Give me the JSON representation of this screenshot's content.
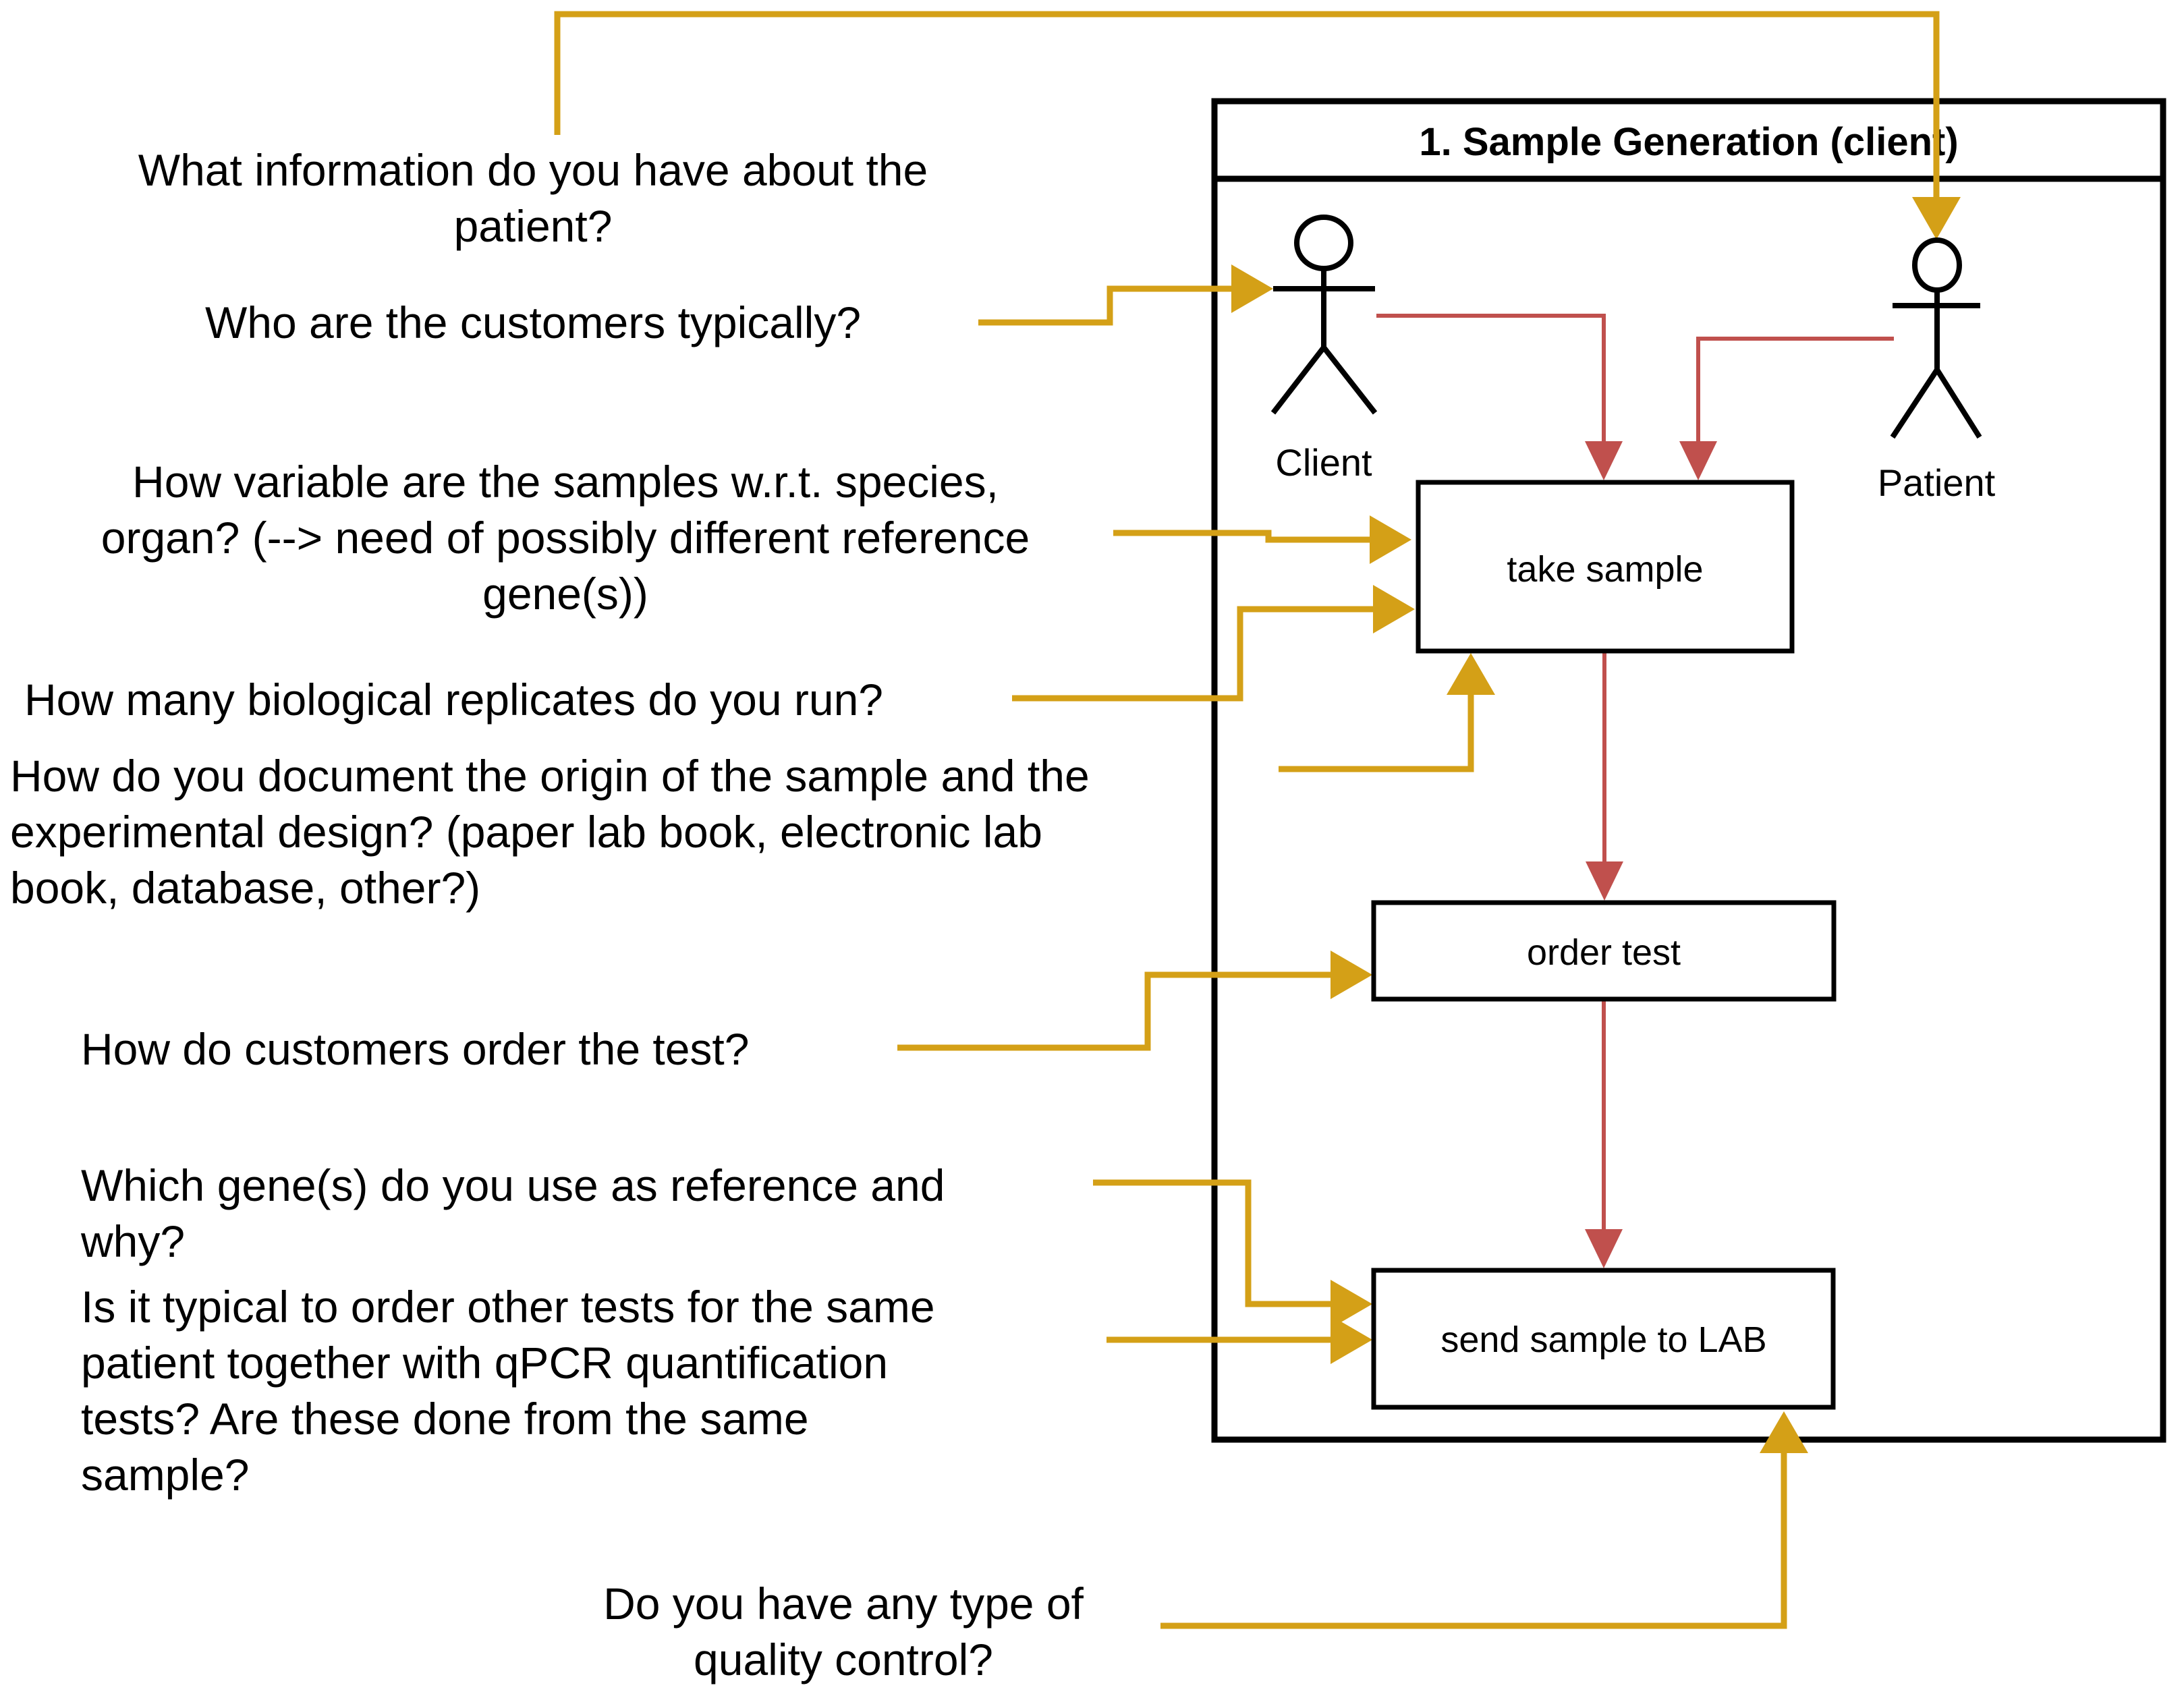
{
  "colors": {
    "gold": "#D4A017",
    "red": "#C0504D",
    "black": "#000000",
    "white": "#ffffff",
    "client_head": "#F7C5DC",
    "patient_head": "#FAF75E"
  },
  "frame": {
    "title": "1. Sample Generation (client)"
  },
  "actors": {
    "client": {
      "label": "Client"
    },
    "patient": {
      "label": "Patient"
    }
  },
  "nodes": {
    "take_sample": {
      "label": "take sample"
    },
    "order_test": {
      "label": "order test"
    },
    "send_sample": {
      "label": "send sample to LAB"
    }
  },
  "questions": {
    "q_patient_info": {
      "lines": [
        "What information do you have about the",
        "patient?"
      ]
    },
    "q_customers": {
      "lines": [
        "Who are the customers typically?"
      ]
    },
    "q_variability": {
      "lines": [
        "How variable are the samples w.r.t. species,",
        "organ? (--> need of possibly different reference",
        "gene(s))"
      ]
    },
    "q_replicates": {
      "lines": [
        "How many biological replicates do you run?"
      ]
    },
    "q_documentation": {
      "lines": [
        "How do you document the origin of the sample and the",
        "experimental design? (paper lab book, electronic lab",
        "book, database, other?)"
      ]
    },
    "q_order": {
      "lines": [
        "How do customers order the test?"
      ]
    },
    "q_reference_genes": {
      "lines": [
        "Which gene(s) do you use as reference and",
        "why?"
      ]
    },
    "q_other_tests": {
      "lines": [
        "Is it typical to order other tests for the same",
        "patient together with qPCR quantification",
        "tests? Are these done from the same",
        "sample?"
      ]
    },
    "q_quality_control": {
      "lines": [
        "Do you have any type of",
        "quality control?"
      ]
    }
  }
}
